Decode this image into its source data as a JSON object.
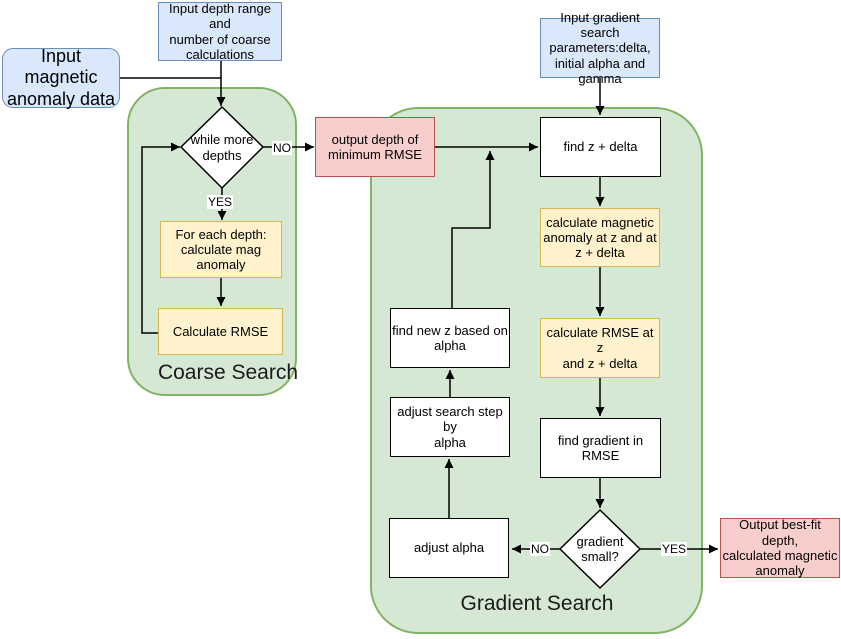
{
  "colors": {
    "node_blue": "#dae8fc",
    "node_blue_border": "#6c8ebf",
    "node_yellow": "#fff2cc",
    "node_yellow_border": "#d6b656",
    "node_red": "#f8cecc",
    "node_red_border": "#b85450",
    "node_white": "#ffffff",
    "container_green": "#d5e8d4",
    "container_green_border": "#82b366",
    "line_black": "#000000"
  },
  "containers": {
    "coarse": {
      "label": "Coarse Search"
    },
    "gradient": {
      "label": "Gradient Search"
    }
  },
  "nodes": {
    "input_magnetic": {
      "label": "Input magnetic\nanomaly data"
    },
    "input_depth_range": {
      "label": "Input depth range and\nnumber of coarse\ncalculations"
    },
    "input_gradient_params": {
      "label": "Input gradient search\nparameters:delta,\ninitial alpha and\ngamma"
    },
    "while_more_depths": {
      "label": "while more\ndepths"
    },
    "for_each_depth": {
      "label": "For each depth:\ncalculate mag\nanomaly"
    },
    "calculate_rmse": {
      "label": "Calculate RMSE"
    },
    "output_depth": {
      "label": "output depth of\nminimum RMSE"
    },
    "find_z_delta": {
      "label": "find z + delta"
    },
    "calc_mag_anomaly": {
      "label": "calculate magnetic\nanomaly at z and at\nz + delta"
    },
    "calc_rmse_z": {
      "label": "calculate RMSE at z\nand z + delta"
    },
    "find_gradient": {
      "label": "find gradient in RMSE"
    },
    "gradient_small": {
      "label": "gradient\nsmall?"
    },
    "adjust_alpha": {
      "label": "adjust alpha"
    },
    "adjust_step": {
      "label": "adjust search step by\nalpha"
    },
    "find_new_z": {
      "label": "find new z based on\nalpha"
    },
    "output_bestfit": {
      "label": "Output best-fit depth,\ncalculated magnetic\nanomaly"
    }
  },
  "edge_labels": {
    "coarse_no": "NO",
    "coarse_yes": "YES",
    "gradient_no": "NO",
    "gradient_yes": "YES"
  }
}
